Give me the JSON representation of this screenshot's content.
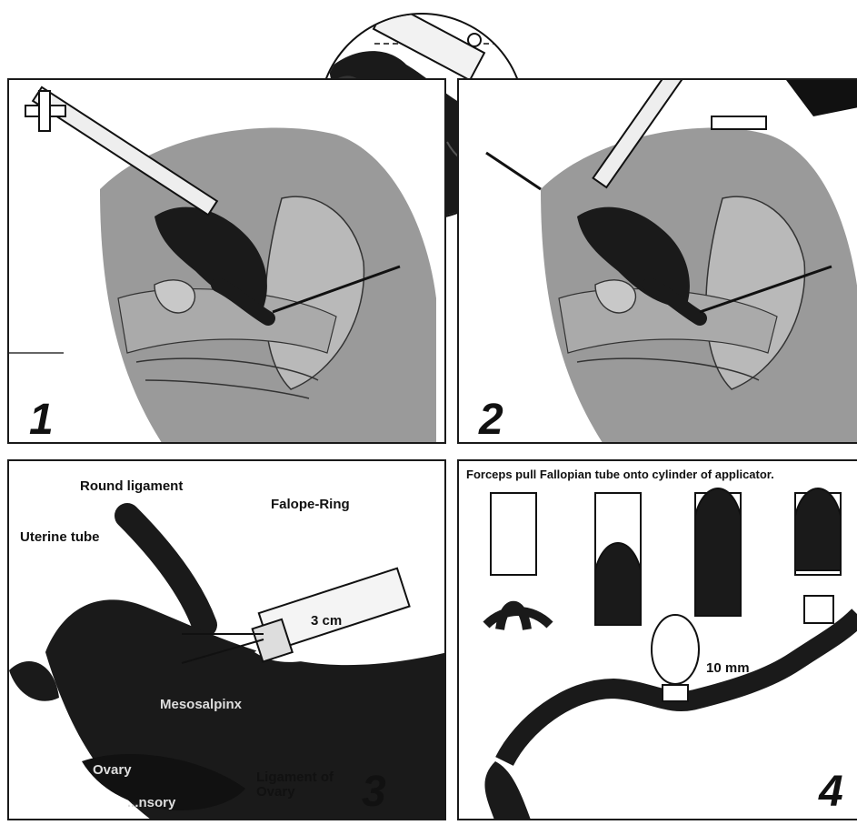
{
  "panels": {
    "p1": {
      "number": "1"
    },
    "p2": {
      "number": "2"
    },
    "p3": {
      "number": "3",
      "labels": {
        "round_ligament": "Round ligament",
        "falope_ring": "Falope-Ring",
        "uterine_tube": "Uterine tube",
        "size": "3 cm",
        "mesosalpinx": "Mesosalpinx",
        "ovary": "Ovary",
        "suspensory": "...nsory",
        "ligament_of_ovary": "Ligament of\nOvary"
      }
    },
    "p4": {
      "number": "4",
      "caption": "Forceps pull Fallopian tube onto cylinder of applicator.",
      "size": "10 mm"
    }
  },
  "colors": {
    "ink": "#111111",
    "tissue": "#1a1a1a",
    "shade": "#9a9a9a",
    "light": "#c8c8c8"
  }
}
